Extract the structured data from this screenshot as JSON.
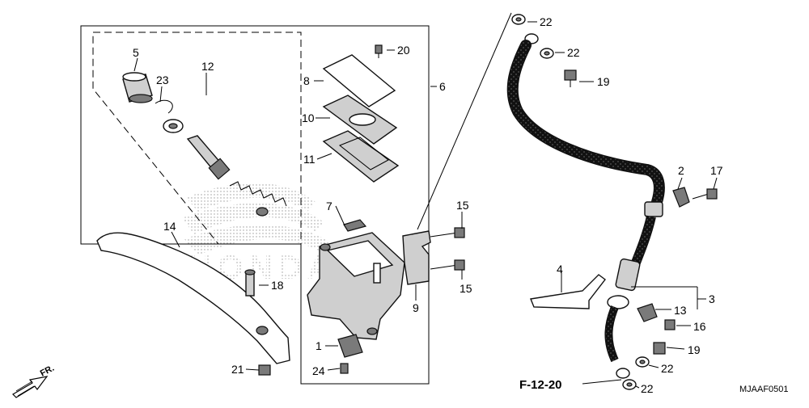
{
  "callouts": {
    "c1": "1",
    "c2": "2",
    "c3": "3",
    "c4": "4",
    "c5": "5",
    "c6": "6",
    "c7": "7",
    "c8": "8",
    "c9": "9",
    "c10": "10",
    "c11": "11",
    "c12": "12",
    "c13": "13",
    "c14": "14",
    "c15a": "15",
    "c15b": "15",
    "c16": "16",
    "c17": "17",
    "c18": "18",
    "c19a": "19",
    "c19b": "19",
    "c20": "20",
    "c21": "21",
    "c22a": "22",
    "c22b": "22",
    "c22c": "22",
    "c22d": "22",
    "c23": "23",
    "c24": "24"
  },
  "figure_ref": "F-12-20",
  "diagram_code": "MJAAF0501",
  "direction_label": "FR.",
  "watermark_text": "HONDA",
  "colors": {
    "ink": "#000000",
    "pattern": "#9a9a9a",
    "background": "#ffffff"
  }
}
